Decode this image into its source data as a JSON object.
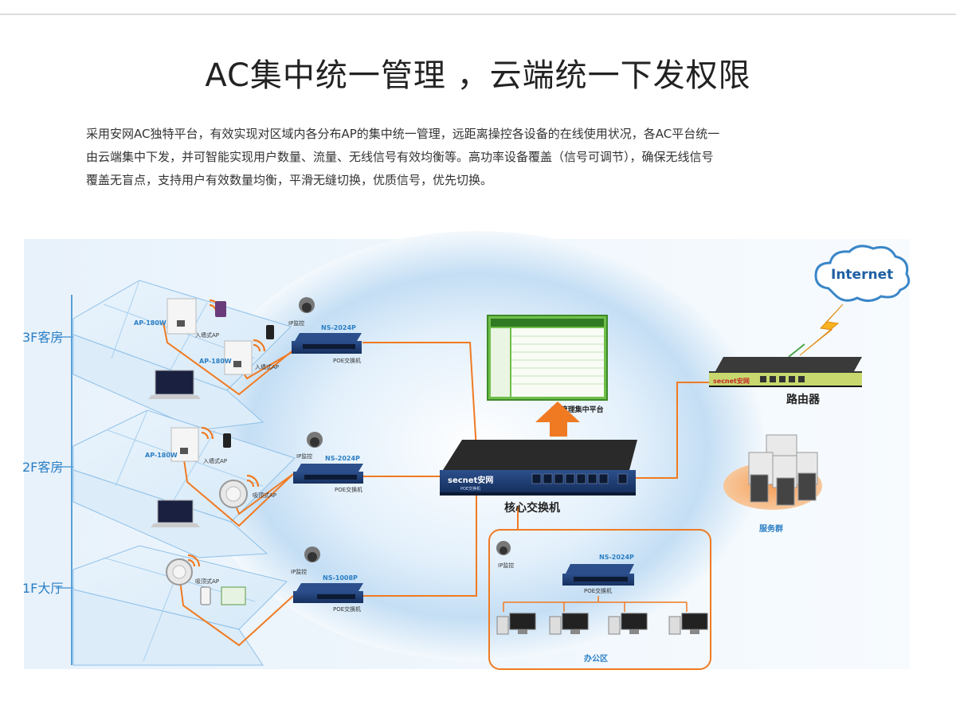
{
  "title": "AC集中统一管理 ，云端统一下发权限",
  "description": [
    "采用安网AC独特平台，有效实现对区域内各分布AP的集中统一管理，远距离操控各设备的在线使用状况，各AC平台统一",
    "由云端集中下发，并可智能实现用户数量、流量、无线信号有效均衡等。高功率设备覆盖（信号可调节），确保无线信号",
    "覆盖无盲点，支持用户有效数量均衡，平滑无缝切换，优质信号，优先切换。"
  ],
  "diagram": {
    "floors": {
      "f3": "3F客房",
      "f2": "2F客房",
      "f1": "1F大厅"
    },
    "ap_labels": {
      "ap180w": "AP-180W",
      "wall_ap": "入墙式AP",
      "ceiling_ap": "吸顶式AP"
    },
    "ip_camera": "IP监控",
    "switch_2024": "NS-2024P",
    "switch_1008": "NS-1008P",
    "poe_switch": "POE交换机",
    "core_switch": "核心交换机",
    "core_brand": "secnet安网",
    "core_sub": "POE交换机",
    "ac_platform": "AC管理集中平台",
    "internet": "Internet",
    "router": "路由器",
    "router_brand": "secnet安网",
    "server_group": "服务群",
    "office_area": "办公区"
  },
  "colors": {
    "orange": "#f07a22",
    "blue_text": "#2b7fc4",
    "switch_body": "#1e3f7a",
    "floor_line": "#7fb6e4"
  }
}
